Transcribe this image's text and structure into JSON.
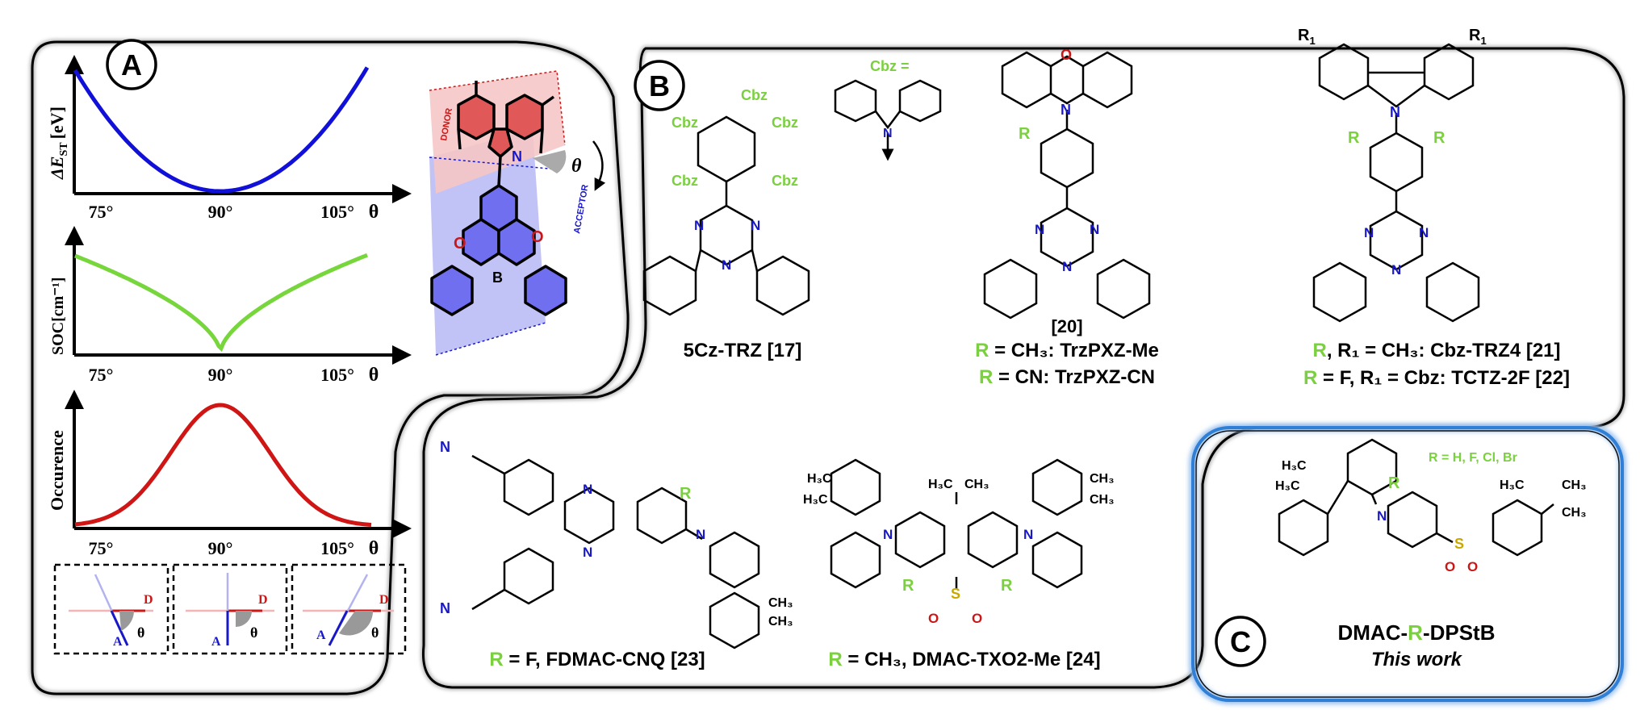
{
  "panel_a": {
    "badge": "A",
    "chart1": {
      "ylabel": "ΔE",
      "ylabel_sub": "ST",
      "ylabel_unit": "[eV]"
    },
    "chart2": {
      "ylabel": "SOC[cm⁻¹]"
    },
    "chart3": {
      "ylabel": "Occurence"
    },
    "xticks": [
      "75°",
      "90°",
      "105°"
    ],
    "xvar": "θ",
    "donor_label": "DONOR",
    "acceptor_label": "ACCEPTOR",
    "theta": "θ",
    "geom_labels": {
      "d": "D",
      "a": "A",
      "theta": "θ"
    },
    "boron": "B",
    "nitrogen": "N",
    "oxygen": "O",
    "curve_colors": {
      "dest": "#1010d8",
      "soc": "#77d63c",
      "occ": "#d01515"
    }
  },
  "panel_b": {
    "badge": "B",
    "cbz_def": "Cbz =",
    "cbz": "Cbz",
    "n": "N",
    "o": "O",
    "s": "S",
    "r": "R",
    "r1": "R",
    "r1_sub": "1",
    "h3c": "H₃C",
    "ch3": "CH₃",
    "c1": {
      "name": "5Cz-TRZ [17]"
    },
    "c2": {
      "ref": "[20]",
      "line1_r": "R",
      "line1": " = CH₃: TrzPXZ-Me",
      "line2_r": "R",
      "line2": " = CN: TrzPXZ-CN"
    },
    "c3": {
      "line1_r": "R",
      "line1": ", R₁ = CH₃: Cbz-TRZ4 [21]",
      "line2_r": "R",
      "line2": " = F, R₁ = Cbz: TCTZ-2F [22]"
    },
    "c4": {
      "r": "R",
      "name": " = F, FDMAC-CNQ [23]"
    },
    "c5": {
      "r": "R",
      "name": " = CH₃, DMAC-TXO2-Me [24]"
    }
  },
  "panel_c": {
    "badge": "C",
    "r_def": "R = H, F, Cl, Br",
    "name_pre": "DMAC-",
    "name_r": "R",
    "name_post": "-DPStB",
    "subtitle": "This work",
    "box_color": "#2f7fd6"
  }
}
